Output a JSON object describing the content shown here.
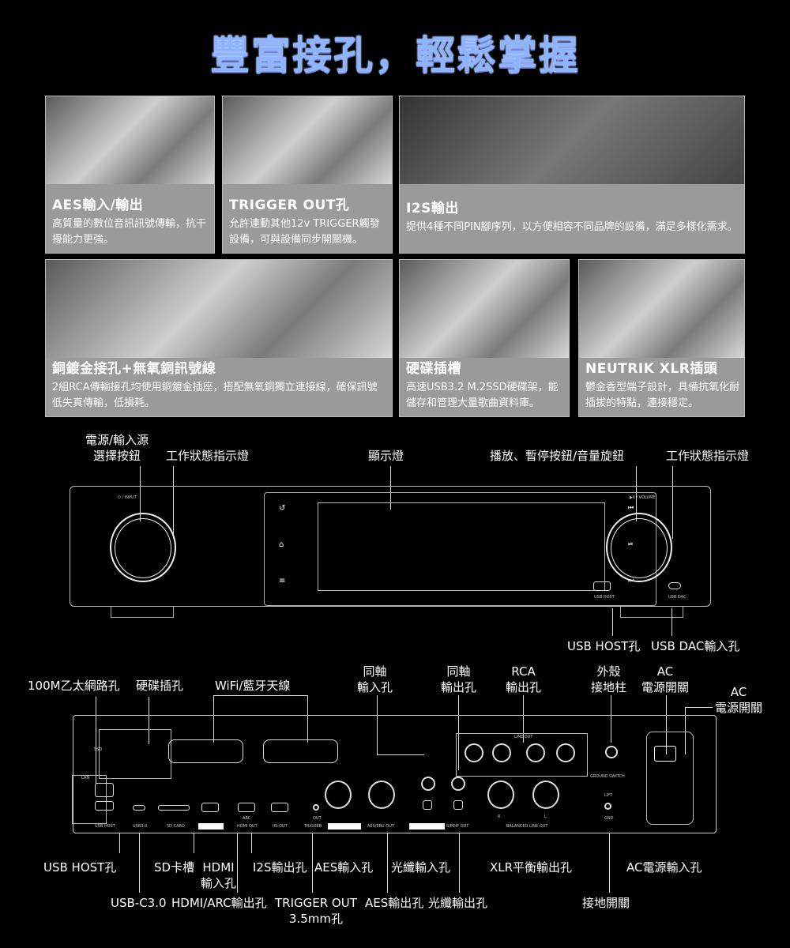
{
  "title": "豐富接孔，輕鬆掌握",
  "cards": [
    {
      "title": "AES輸入/輸出",
      "desc": "高質量的數位音訊訊號傳輸，抗干擾能力更強。"
    },
    {
      "title": "TRIGGER OUT孔",
      "desc": "允許連動其他12v TRIGGER觸發設備，可與設備同步開關機。"
    },
    {
      "title": "I2S輸出",
      "desc": "提供4種不同PIN腳序列，以方便相容不同品牌的設備，滿足多樣化需求。"
    },
    {
      "title": "銅鍍金接孔+無氧銅訊號線",
      "desc": "2組RCA傳輸接孔均使用銅鍍金插座，搭配無氧銅獨立連接線，確保訊號低失真傳輸，低損耗。"
    },
    {
      "title": "硬碟插槽",
      "desc": "高速USB3.2 M.2SSD硬碟架，能儲存和管理大量歌曲資料庫。"
    },
    {
      "title": "NEUTRIK XLR插頭",
      "desc": "鬱金香型端子設計，具備抗氧化耐插拔的特點，連接穩定。"
    }
  ],
  "front_labels": {
    "power_input": "電源/輸入源\n選擇按鈕",
    "status_left": "工作狀態指示燈",
    "display": "顯示燈",
    "play_volume": "播放、暫停按鈕/音量旋鈕",
    "status_right": "工作狀態指示燈",
    "usb_host": "USB HOST孔",
    "usb_dac": "USB DAC輸入孔"
  },
  "front_panel": {
    "input": "⏻ / INPUT",
    "volume": "▶II / VOLUME",
    "usb_host": "USB HOST",
    "usb_dac": "USB DAC"
  },
  "rear_top_labels": {
    "ethernet": "100M乙太網路孔",
    "ssd": "硬碟插孔",
    "wifi": "WiFi/藍牙天線",
    "coax_in": "同軸\n輸入孔",
    "coax_out": "同軸\n輸出孔",
    "rca_out": "RCA\n輸出孔",
    "chassis_ground": "外殼\n接地柱",
    "ac_switch": "AC\n電源開關",
    "ac_switch2": "AC\n電源開關"
  },
  "rear_bottom_labels": {
    "usb_host": "USB HOST孔",
    "sd": "SD卡槽",
    "hdmi_in": "HDMI\n輸入孔",
    "i2s_out": "I2S輸出孔",
    "aes_in": "AES輸入孔",
    "optical_in": "光纖輸入孔",
    "xlr_out": "XLR平衡輸出孔",
    "ac_in": "AC電源輸入孔",
    "usb_c": "USB-C3.0",
    "hdmi_arc": "HDMI/ARC輸出孔",
    "trigger": "TRIGGER OUT\n3.5mm孔",
    "aes_out": "AES輸出孔",
    "optical_out": "光纖輸出孔",
    "ground_switch": "接地開關"
  },
  "rear_panel": {
    "ssd": "SSD",
    "lan": "LAN",
    "usb_host": "USB HOST",
    "usb3": "USB3.0",
    "sd_card": "SD CARD",
    "arc": "ARC",
    "hdmi_out": "HDMI OUT",
    "iis_out": "IIS-OUT",
    "out": "OUT",
    "trigger": "TRIGGER",
    "aes_out": "AES/EBU OUT",
    "spdif_out": "S/PDIF OUT",
    "line_out": "LINE OUT",
    "balanced": "BALANCED LINE OUT",
    "ground_switch": "GROUND SWITCH",
    "lift": "LIFT",
    "gnd": "GND",
    "r": "R",
    "l": "L"
  }
}
